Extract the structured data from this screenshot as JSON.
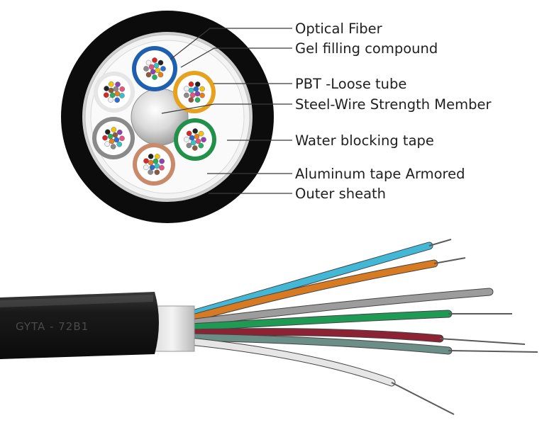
{
  "labels": [
    "Optical Fiber",
    "Gel filling compound",
    "PBT -Loose tube",
    "Steel-Wire Strength Member",
    "Water blocking tape",
    "Aluminum tape Armored",
    "Outer sheath"
  ],
  "cable_print": "GYTA - 72B1",
  "tube_colors": {
    "blue": "#1f5fb0",
    "orange": "#e6a21e",
    "green": "#21914a",
    "brown": "#c98a6a",
    "grey": "#8a8a8a",
    "white": "#e6e6e6"
  },
  "fiber_colors": [
    "#2a6fd0",
    "#e67e22",
    "#27ae60",
    "#8e5a3c",
    "#8a8a8a",
    "#f2f2f2",
    "#d62828",
    "#222222",
    "#f1c40f",
    "#8e44ad",
    "#e75480",
    "#39c0c8"
  ],
  "strand_colors": [
    "#42b8d6",
    "#d77a22",
    "#9c9c9c",
    "#1e9a55",
    "#8c2233",
    "#6b8f86",
    "#e6e6e6"
  ]
}
